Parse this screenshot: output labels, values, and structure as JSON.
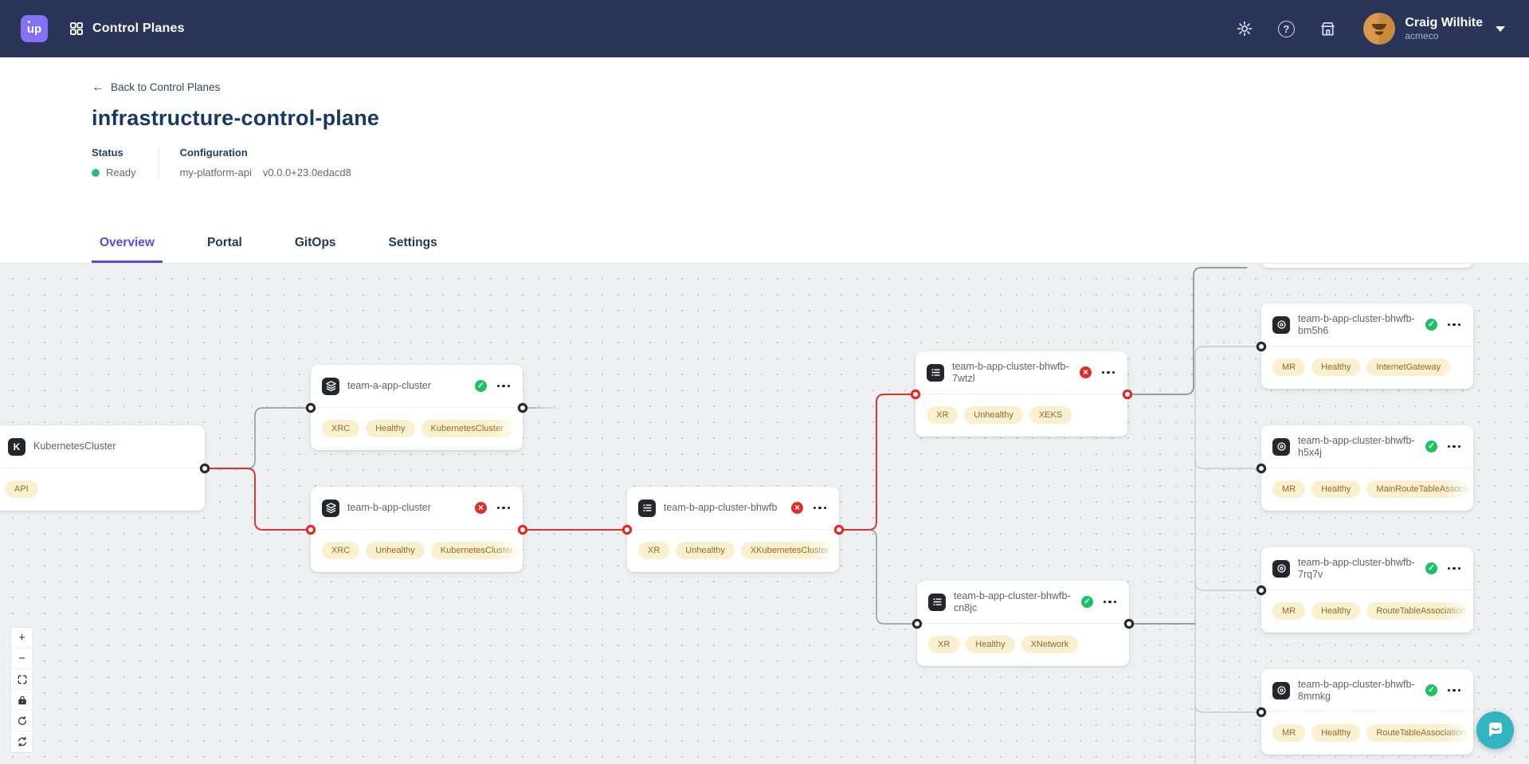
{
  "navbar": {
    "logo_text": "up",
    "product_title": "Control Planes",
    "icons": [
      "settings-gear",
      "help",
      "marketplace"
    ],
    "user": {
      "name": "Craig Wilhite",
      "org": "acmeco"
    }
  },
  "page": {
    "back_link": "Back to Control Planes",
    "title": "infrastructure-control-plane",
    "status": {
      "label": "Status",
      "value": "Ready"
    },
    "configuration": {
      "label": "Configuration",
      "name": "my-platform-api",
      "version": "v0.0.0+23.0edacd8"
    },
    "tabs": [
      {
        "label": "Overview",
        "active": true
      },
      {
        "label": "Portal",
        "active": false
      },
      {
        "label": "GitOps",
        "active": false
      },
      {
        "label": "Settings",
        "active": false
      }
    ]
  },
  "graph": {
    "nodes": [
      {
        "id": "kubernetes-cluster",
        "title": "KubernetesCluster",
        "icon": "kubernetes-icon",
        "status": "",
        "badges": [
          "API"
        ]
      },
      {
        "id": "team-a-app-cluster",
        "title": "team-a-app-cluster",
        "icon": "layers-icon",
        "status": "Healthy",
        "badges": [
          "XRC",
          "Healthy",
          "KubernetesCluster"
        ]
      },
      {
        "id": "team-b-app-cluster",
        "title": "team-b-app-cluster",
        "icon": "layers-icon",
        "status": "Unhealthy",
        "badges": [
          "XRC",
          "Unhealthy",
          "KubernetesCluster"
        ]
      },
      {
        "id": "team-b-app-cluster-bhwfb",
        "title": "team-b-app-cluster-bhwfb",
        "icon": "list-icon",
        "status": "Unhealthy",
        "badges": [
          "XR",
          "Unhealthy",
          "XKubernetesCluster"
        ]
      },
      {
        "id": "team-b-app-cluster-bhwfb-7wtzl",
        "title": "team-b-app-cluster-bhwfb-7wtzl",
        "icon": "list-icon",
        "status": "Unhealthy",
        "badges": [
          "XR",
          "Unhealthy",
          "XEKS"
        ]
      },
      {
        "id": "team-b-app-cluster-bhwfb-cn8jc",
        "title": "team-b-app-cluster-bhwfb-cn8jc",
        "icon": "list-icon",
        "status": "Healthy",
        "badges": [
          "XR",
          "Healthy",
          "XNetwork"
        ]
      },
      {
        "id": "team-b-app-cluster-bhwfb-bm5h6",
        "title": "team-b-app-cluster-bhwfb-bm5h6",
        "icon": "target-icon",
        "status": "Healthy",
        "badges": [
          "MR",
          "Healthy",
          "InternetGateway"
        ]
      },
      {
        "id": "team-b-app-cluster-bhwfb-h5x4j",
        "title": "team-b-app-cluster-bhwfb-h5x4j",
        "icon": "target-icon",
        "status": "Healthy",
        "badges": [
          "MR",
          "Healthy",
          "MainRouteTableAssociation"
        ]
      },
      {
        "id": "team-b-app-cluster-bhwfb-7rq7v",
        "title": "team-b-app-cluster-bhwfb-7rq7v",
        "icon": "target-icon",
        "status": "Healthy",
        "badges": [
          "MR",
          "Healthy",
          "RouteTableAssociation"
        ]
      },
      {
        "id": "team-b-app-cluster-bhwfb-8mmkg",
        "title": "team-b-app-cluster-bhwfb-8mmkg",
        "icon": "target-icon",
        "status": "Healthy",
        "badges": [
          "MR",
          "Healthy",
          "RouteTableAssociation"
        ]
      }
    ],
    "edges": [
      {
        "id": "e0",
        "from": "kubernetes-cluster",
        "to": "team-a-app-cluster",
        "tone": "gray"
      },
      {
        "id": "e1",
        "from": "kubernetes-cluster",
        "to": "team-b-app-cluster",
        "tone": "red"
      },
      {
        "id": "e2",
        "from": "team-a-app-cluster",
        "to": "",
        "tone": "fade"
      },
      {
        "id": "e3",
        "from": "team-b-app-cluster",
        "to": "team-b-app-cluster-bhwfb",
        "tone": "red"
      },
      {
        "id": "e4",
        "from": "team-b-app-cluster-bhwfb",
        "to": "team-b-app-cluster-bhwfb-7wtzl",
        "tone": "red"
      },
      {
        "id": "e5",
        "from": "team-b-app-cluster-bhwfb",
        "to": "team-b-app-cluster-bhwfb-cn8jc",
        "tone": "gray"
      },
      {
        "id": "e6",
        "from": "team-b-app-cluster-bhwfb-7wtzl",
        "to": "offscreen-top-node",
        "tone": "dark"
      },
      {
        "id": "e7",
        "from": "team-b-app-cluster-bhwfb-cn8jc",
        "to": "trunk",
        "tone": "dark"
      },
      {
        "id": "e8",
        "from": "trunk",
        "to": "team-b-app-cluster-bhwfb-bm5h6",
        "tone": "light"
      },
      {
        "id": "e9",
        "from": "trunk",
        "to": "team-b-app-cluster-bhwfb-h5x4j",
        "tone": "light"
      },
      {
        "id": "e10",
        "from": "trunk",
        "to": "team-b-app-cluster-bhwfb-7rq7v",
        "tone": "light"
      },
      {
        "id": "e11",
        "from": "trunk",
        "to": "team-b-app-cluster-bhwfb-8mmkg",
        "tone": "light"
      }
    ],
    "colors": {
      "healthy": "#1fbf63",
      "unhealthy": "#e02b2b",
      "edge_red": "#e12f2f",
      "edge_gray": "#9aa1a8",
      "edge_dark": "#8b9199",
      "edge_light": "#ccd0d5",
      "badge_bg": "#faf0d0",
      "badge_text": "#8f6c26",
      "accent": "#5e47e8",
      "nav_bg": "#2a3559"
    }
  },
  "canvas_controls": [
    "zoom-in",
    "zoom-out",
    "fit-view",
    "lock",
    "rotate",
    "sync"
  ]
}
